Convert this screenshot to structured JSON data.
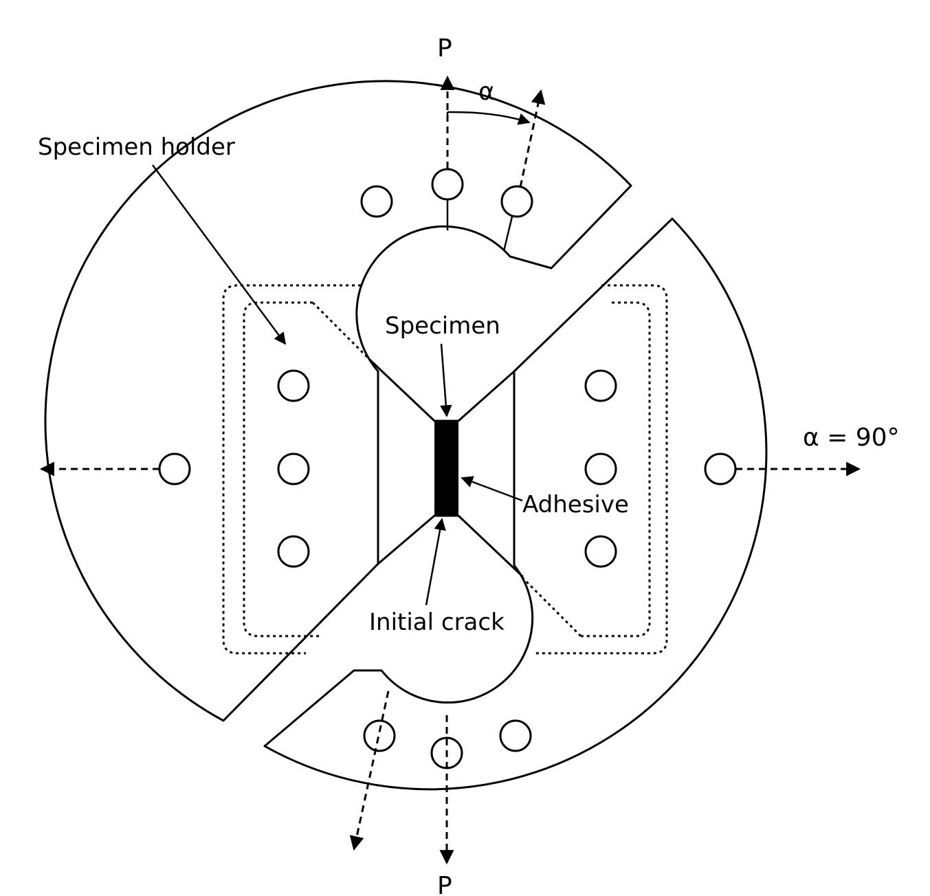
{
  "labels": {
    "specimen_holder": "Specimen holder",
    "specimen": "Specimen",
    "adhesive": "Adhesive",
    "initial_crack": "Initial crack",
    "load_top": "P",
    "load_bottom": "P",
    "angle": "α",
    "angle_value": "α = 90°"
  }
}
